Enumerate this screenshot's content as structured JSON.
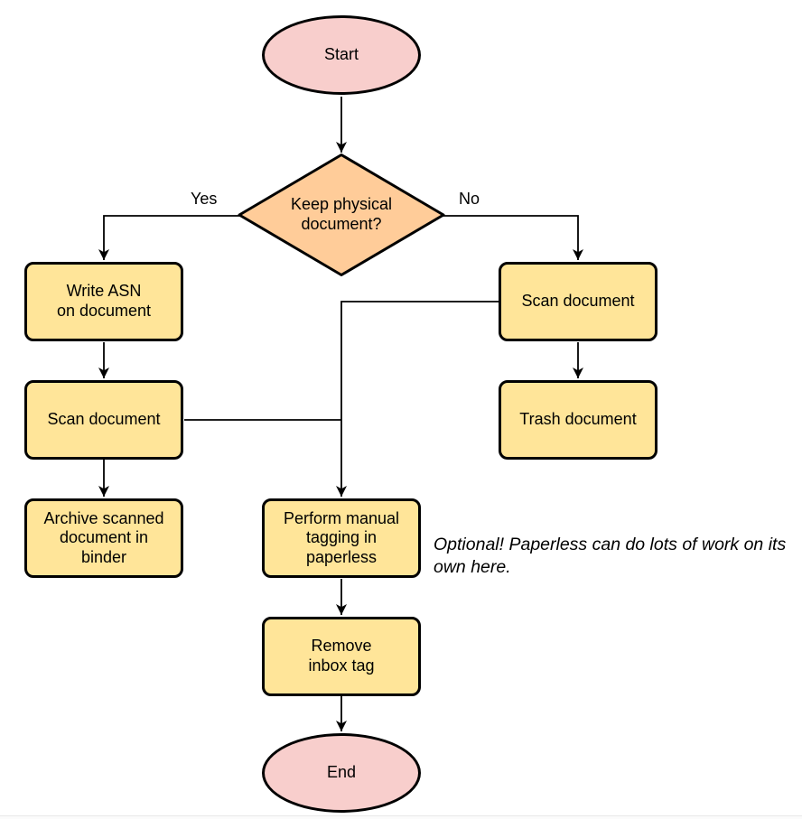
{
  "colors": {
    "terminal_fill": "#f8cecc",
    "decision_fill": "#ffcc99",
    "process_fill": "#ffe599",
    "stroke": "#000000",
    "background": "#ffffff"
  },
  "nodes": {
    "start": {
      "type": "terminal",
      "label": "Start"
    },
    "decision": {
      "type": "decision",
      "label": "Keep physical\ndocument?"
    },
    "write_asn": {
      "type": "process",
      "label": "Write ASN\non document"
    },
    "scan_left": {
      "type": "process",
      "label": "Scan document"
    },
    "archive": {
      "type": "process",
      "label": "Archive scanned\ndocument in\nbinder"
    },
    "scan_right": {
      "type": "process",
      "label": "Scan document"
    },
    "trash": {
      "type": "process",
      "label": "Trash document"
    },
    "tagging": {
      "type": "process",
      "label": "Perform manual\ntagging in\npaperless"
    },
    "remove_inbox": {
      "type": "process",
      "label": "Remove\ninbox tag"
    },
    "end": {
      "type": "terminal",
      "label": "End"
    }
  },
  "edge_labels": {
    "yes": "Yes",
    "no": "No"
  },
  "annotation": {
    "text": "Optional! Paperless can do lots of work on its own here."
  }
}
